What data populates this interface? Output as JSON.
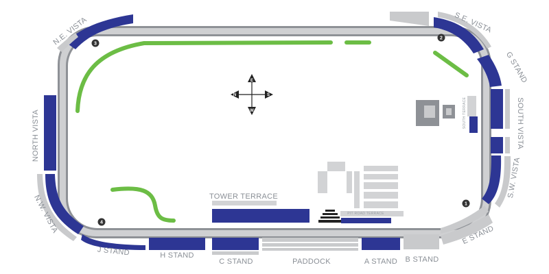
{
  "colors": {
    "track_fill": "#c9cacc",
    "track_edge": "#8e9196",
    "seating": "#2d3694",
    "seating_light": "#c9cacc",
    "green": "#6cbd45",
    "label": "#8a8f96",
    "marker": "#333333"
  },
  "compass": {
    "north": "N",
    "east": "E",
    "south": "S",
    "west": "W"
  },
  "turns": [
    "1",
    "2",
    "3",
    "4"
  ],
  "labels": {
    "ne_vista": "N.E. VISTA",
    "se_vista": "S.E. VISTA",
    "g_stand": "G STAND",
    "south_vista": "SOUTH VISTA",
    "sw_vista": "S.W. VISTA",
    "e_stand": "E STAND",
    "b_stand": "B STAND",
    "a_stand": "A STAND",
    "paddock": "PADDOCK",
    "c_stand": "C STAND",
    "h_stand": "H STAND",
    "j_stand": "J STAND",
    "nw_vista": "N.W. VISTA",
    "north_vista": "NORTH VISTA",
    "tower_terrace": "TOWER TERRACE",
    "pit_road_terrace": "PIT ROAD TERRACE",
    "south_terrace": "SOUTH TERRACE"
  }
}
